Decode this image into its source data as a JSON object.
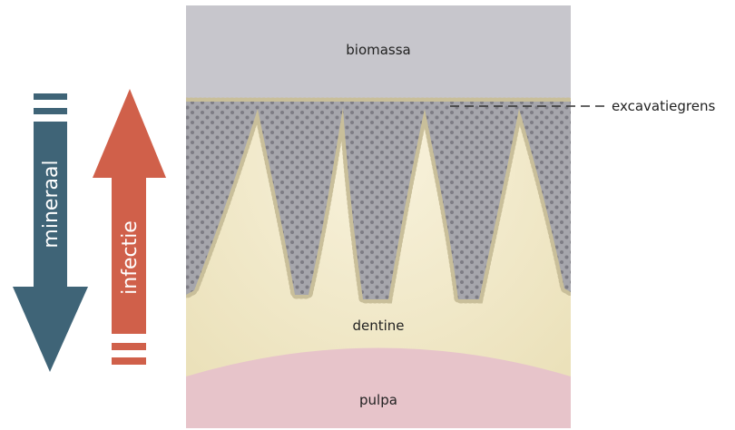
{
  "diagram": {
    "regions": {
      "biomass": "biomassa",
      "dentine": "dentine",
      "pulp": "pulpa"
    },
    "excavation_limit": "excavatiegrens",
    "arrows": {
      "mineral": {
        "label": "mineraal",
        "direction": "down",
        "color": "#3f6477"
      },
      "infection": {
        "label": "infectie",
        "direction": "up",
        "color": "#d0604a"
      }
    },
    "colors": {
      "biomass": "#c7c6cc",
      "infected_zone": "#a6a6ac",
      "dots": "#7d7c84",
      "dentine": "#efe7c4",
      "pulp": "#e7c4ca"
    }
  }
}
